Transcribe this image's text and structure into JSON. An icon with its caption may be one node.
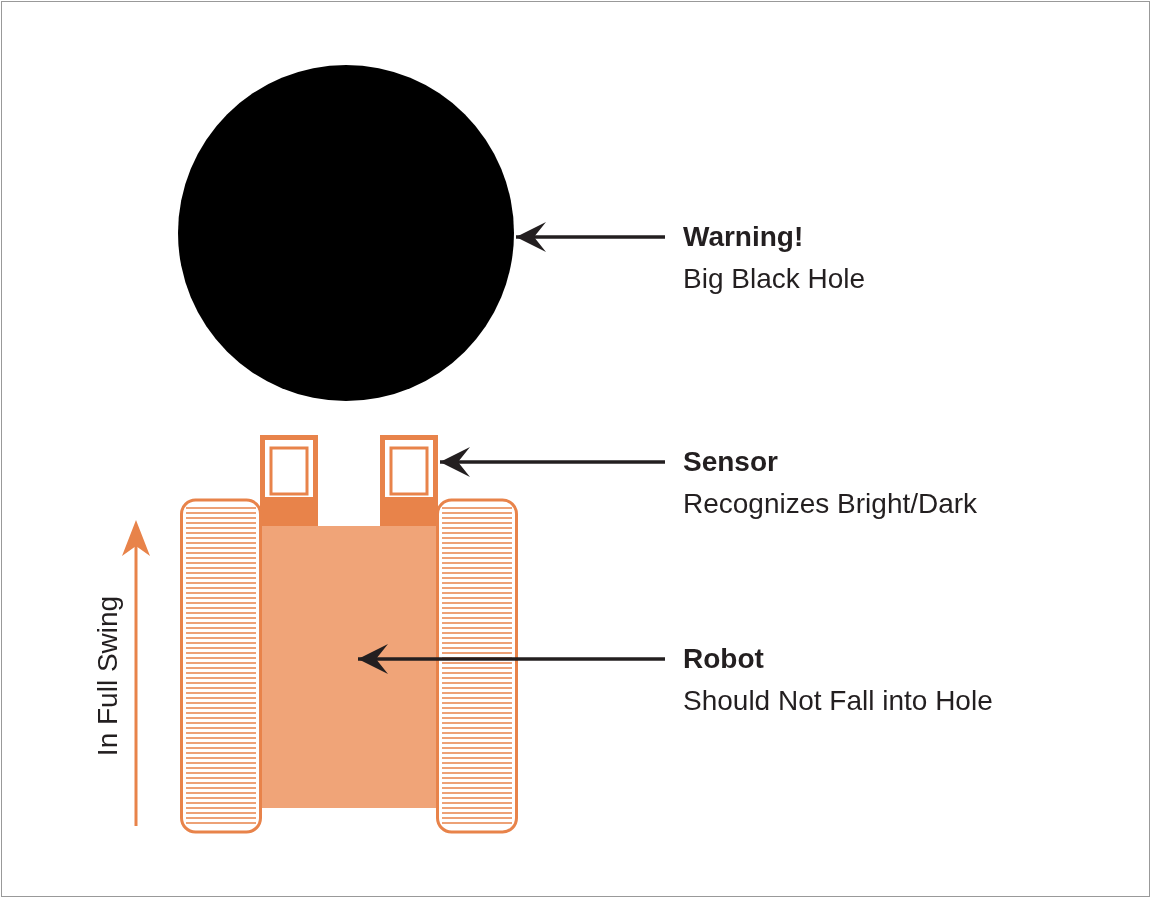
{
  "diagram": {
    "nodes": [
      {
        "text": [],
        "shape": "circle"
      },
      {
        "text": [
          "Warning!",
          "Big Black Hole"
        ]
      },
      {
        "text": [],
        "shape": "box"
      },
      {
        "text": [],
        "shape": "box"
      },
      {
        "text": [
          "Sensor",
          "Recognizes Bright/Dark"
        ]
      },
      {
        "text": [],
        "shape": "box"
      },
      {
        "text": [
          "Robot",
          "Should Not Fall into Hole"
        ]
      }
    ],
    "edges": [
      {
        "from": 1,
        "to": 0,
        "arrow": "to"
      },
      {
        "from": 4,
        "to": 3,
        "arrow": "to"
      },
      {
        "from": 6,
        "to": 5,
        "arrow": "to"
      }
    ],
    "labels": [
      "In Full Swing"
    ]
  }
}
